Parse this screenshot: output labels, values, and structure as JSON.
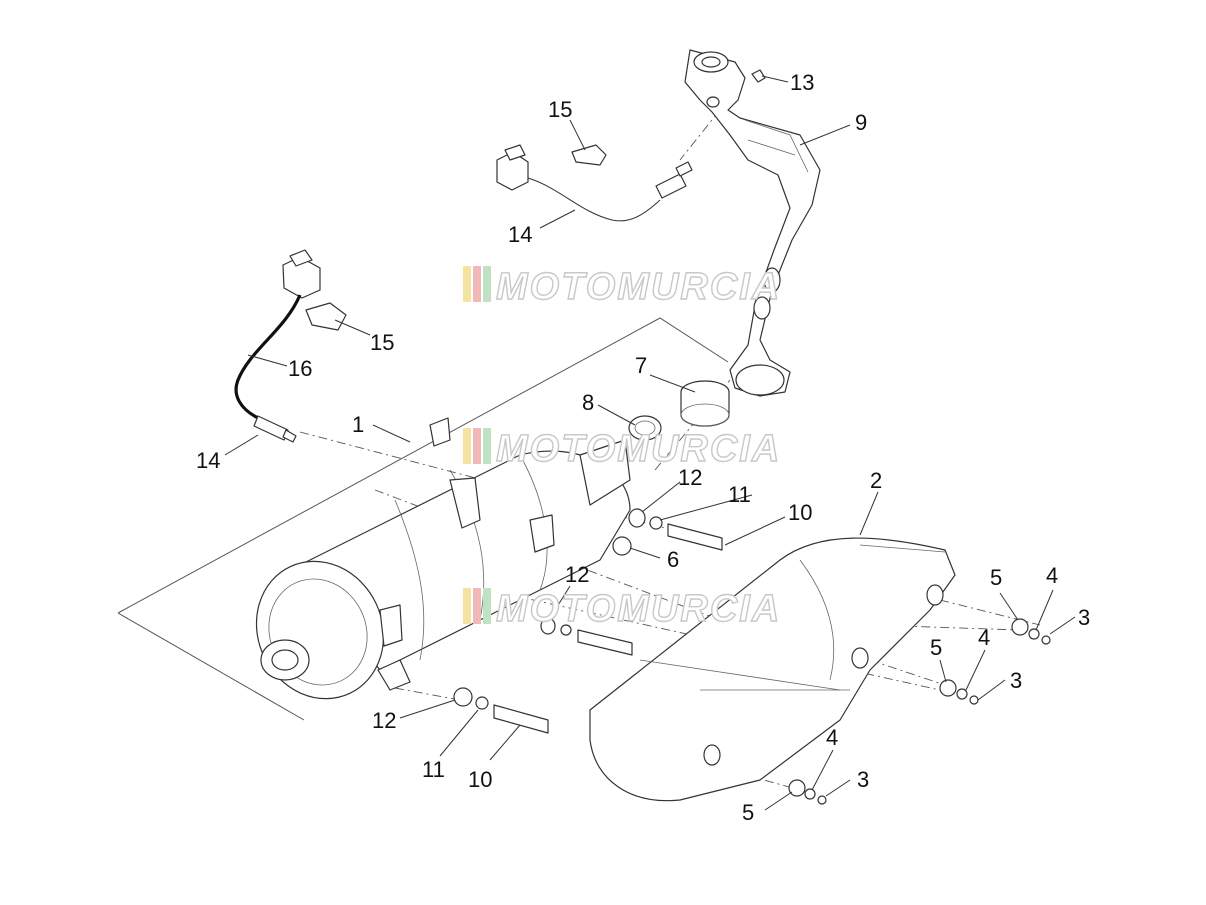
{
  "watermark": {
    "text": "MOTOMURCIA",
    "stripe_colors": [
      "#f4e2a0",
      "#f2b7b7",
      "#bfe3c2"
    ]
  },
  "callouts": [
    {
      "id": "c1",
      "label": "1"
    },
    {
      "id": "c2",
      "label": "2"
    },
    {
      "id": "c3a",
      "label": "3"
    },
    {
      "id": "c3b",
      "label": "3"
    },
    {
      "id": "c3c",
      "label": "3"
    },
    {
      "id": "c4a",
      "label": "4"
    },
    {
      "id": "c4b",
      "label": "4"
    },
    {
      "id": "c4c",
      "label": "4"
    },
    {
      "id": "c5a",
      "label": "5"
    },
    {
      "id": "c5b",
      "label": "5"
    },
    {
      "id": "c5c",
      "label": "5"
    },
    {
      "id": "c6",
      "label": "6"
    },
    {
      "id": "c7",
      "label": "7"
    },
    {
      "id": "c8",
      "label": "8"
    },
    {
      "id": "c9",
      "label": "9"
    },
    {
      "id": "c10a",
      "label": "10"
    },
    {
      "id": "c10b",
      "label": "10"
    },
    {
      "id": "c11a",
      "label": "11"
    },
    {
      "id": "c11b",
      "label": "11"
    },
    {
      "id": "c12a",
      "label": "12"
    },
    {
      "id": "c12b",
      "label": "12"
    },
    {
      "id": "c12c",
      "label": "12"
    },
    {
      "id": "c13",
      "label": "13"
    },
    {
      "id": "c14a",
      "label": "14"
    },
    {
      "id": "c14b",
      "label": "14"
    },
    {
      "id": "c15a",
      "label": "15"
    },
    {
      "id": "c15b",
      "label": "15"
    },
    {
      "id": "c16",
      "label": "16"
    }
  ]
}
